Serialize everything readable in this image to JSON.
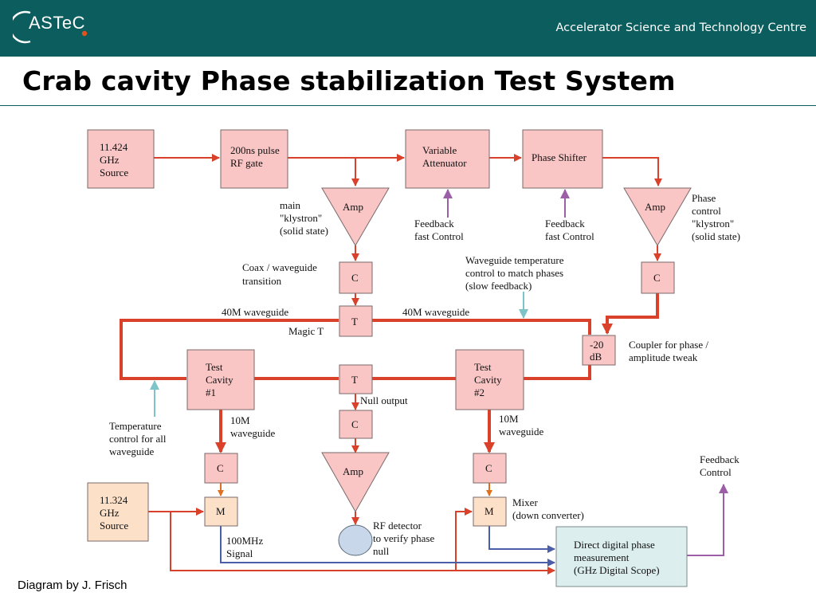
{
  "header": {
    "logo_text": "ASTeC",
    "org_name": "Accelerator Science and Technology Centre"
  },
  "title": "Crab cavity Phase stabilization Test System",
  "credit": "Diagram by J. Frisch",
  "colors": {
    "header_bg": "#0b5d5e",
    "box_pink": "#f9c5c5",
    "box_peach": "#fde0c8",
    "box_cyan": "#ddeeee",
    "line_red": "#d9412b",
    "line_blue": "#4a5fa8",
    "line_purple": "#9b5ea7",
    "line_teal": "#7cc4c9",
    "detector_blue": "#c8d8ea"
  },
  "diagram": {
    "source_1": [
      "11.424",
      "GHz",
      "Source"
    ],
    "pulse_gate": [
      "200ns pulse",
      "RF gate"
    ],
    "attenuator": [
      "Variable",
      "Attenuator"
    ],
    "phase_shifter": "Phase Shifter",
    "amp": "Amp",
    "main_klystron": [
      "main",
      "\"klystron\"",
      "(solid state)"
    ],
    "phase_klystron": [
      "Phase",
      "control",
      "\"klystron\"",
      "(solid state)"
    ],
    "feedback_fast": [
      "Feedback",
      "fast Control"
    ],
    "coax_label": [
      "Coax / waveguide",
      "transition"
    ],
    "waveguide_temp": [
      "Waveguide temperature",
      "control to match phases",
      "(slow feedback)"
    ],
    "c": "C",
    "t": "T",
    "m": "M",
    "waveguide_40m": "40M waveguide",
    "magic_t": "Magic T",
    "attenuator_20db": [
      "-20",
      "dB"
    ],
    "coupler_label": [
      "Coupler for phase /",
      "amplitude tweak"
    ],
    "test_cavity_1": [
      "Test",
      "Cavity",
      "#1"
    ],
    "test_cavity_2": [
      "Test",
      "Cavity",
      "#2"
    ],
    "null_output": "Null output",
    "temp_control_all": [
      "Temperature",
      "control for all",
      "waveguide"
    ],
    "waveguide_10m": [
      "10M",
      "waveguide"
    ],
    "source_2": [
      "11.324",
      "GHz",
      "Source"
    ],
    "signal_100mhz": [
      "100MHz",
      "Signal"
    ],
    "rf_detector": [
      "RF detector",
      "to verify phase",
      "null"
    ],
    "mixer_label": [
      "Mixer",
      "(down converter)"
    ],
    "ddpm": [
      "Direct digital phase",
      "measurement",
      "(GHz Digital Scope)"
    ],
    "feedback_control": [
      "Feedback",
      "Control"
    ]
  }
}
